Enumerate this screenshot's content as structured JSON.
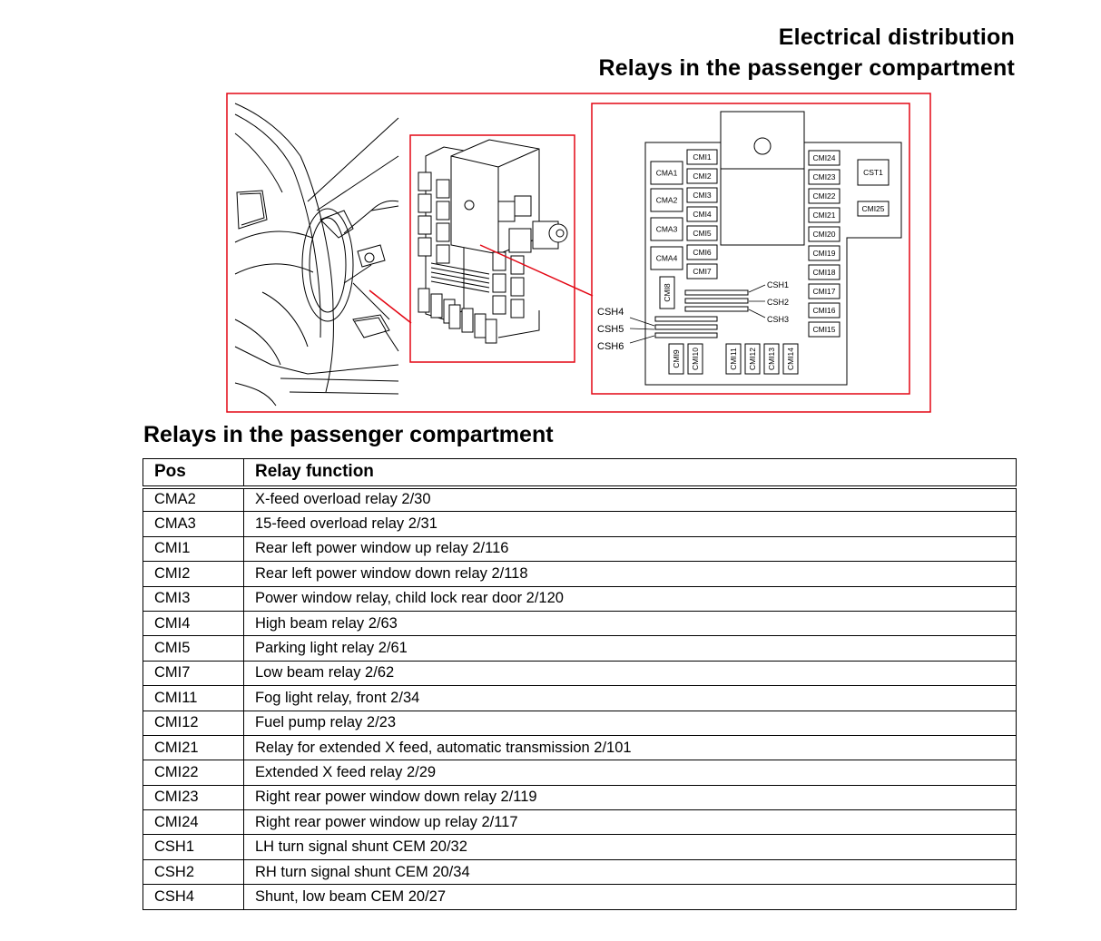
{
  "header": {
    "title": "Electrical distribution",
    "subtitle": "Relays in the passenger compartment"
  },
  "figure": {
    "frame_color": "#e30613",
    "box_left_labels": [
      "CMA1",
      "CMA2",
      "CMA3",
      "CMA4"
    ],
    "box_cmi_left": [
      "CMI1",
      "CMI2",
      "CMI3",
      "CMI4",
      "CMI5",
      "CMI6",
      "CMI7"
    ],
    "box_cmi_right": [
      "CMI24",
      "CMI23",
      "CMI22",
      "CMI21",
      "CMI20",
      "CMI19",
      "CMI18",
      "CMI17",
      "CMI16",
      "CMI15"
    ],
    "box_cst": [
      "CST1",
      "CMI25"
    ],
    "box_cmi8": "CMI8",
    "box_bottom": [
      "CMI9",
      "CMI10",
      "CMI11",
      "CMI12",
      "CMI13",
      "CMI14"
    ],
    "shunts_right": [
      "CSH1",
      "CSH2",
      "CSH3"
    ],
    "shunts_left": [
      "CSH4",
      "CSH5",
      "CSH6"
    ]
  },
  "section_title": "Relays in the passenger compartment",
  "table": {
    "headers": [
      "Pos",
      "Relay function"
    ],
    "rows": [
      [
        "CMA2",
        "X-feed overload relay 2/30"
      ],
      [
        "CMA3",
        "15-feed overload relay 2/31"
      ],
      [
        "CMI1",
        "Rear left power window up relay 2/116"
      ],
      [
        "CMI2",
        "Rear left power window down relay 2/118"
      ],
      [
        "CMI3",
        "Power window relay, child lock rear door 2/120"
      ],
      [
        "CMI4",
        "High beam relay 2/63"
      ],
      [
        "CMI5",
        "Parking light relay 2/61"
      ],
      [
        "CMI7",
        "Low beam relay 2/62"
      ],
      [
        "CMI11",
        "Fog light relay, front 2/34"
      ],
      [
        "CMI12",
        "Fuel pump relay 2/23"
      ],
      [
        "CMI21",
        "Relay for extended X feed, automatic transmission 2/101"
      ],
      [
        "CMI22",
        "Extended X feed relay 2/29"
      ],
      [
        "CMI23",
        "Right rear power window down relay 2/119"
      ],
      [
        "CMI24",
        "Right rear power window up relay 2/117"
      ],
      [
        "CSH1",
        "LH turn signal shunt CEM 20/32"
      ],
      [
        "CSH2",
        "RH turn signal shunt CEM 20/34"
      ],
      [
        "CSH4",
        "Shunt, low beam CEM 20/27"
      ]
    ]
  }
}
